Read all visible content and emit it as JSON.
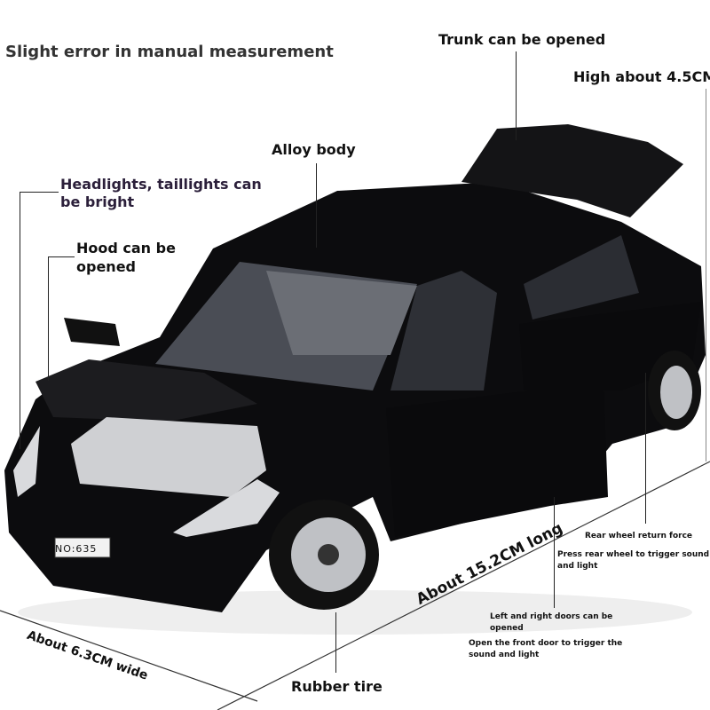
{
  "annotations": {
    "measurement_note": "Slight error in manual measurement",
    "trunk": "Trunk can be opened",
    "height": "High about 4.5CM",
    "alloy_body": "Alloy body",
    "lights_line1": "Headlights, taillights can",
    "lights_line2": "be bright",
    "hood_line1": "Hood can be",
    "hood_line2": "opened",
    "rear_wheel_force": "Rear wheel return force",
    "rear_wheel_sound": "Press rear wheel to trigger sound and light",
    "length": "About 15.2CM long",
    "doors": "Left and right doors can be opened",
    "front_door_sound": "Open the front door to trigger the sound and light",
    "width": "About 6.3CM wide",
    "tire": "Rubber tire"
  },
  "product": {
    "plate": "NO:635",
    "body_color": "#0c0c0e"
  },
  "colors": {
    "text": "#111111",
    "lights_text": "#2b1f3a"
  }
}
